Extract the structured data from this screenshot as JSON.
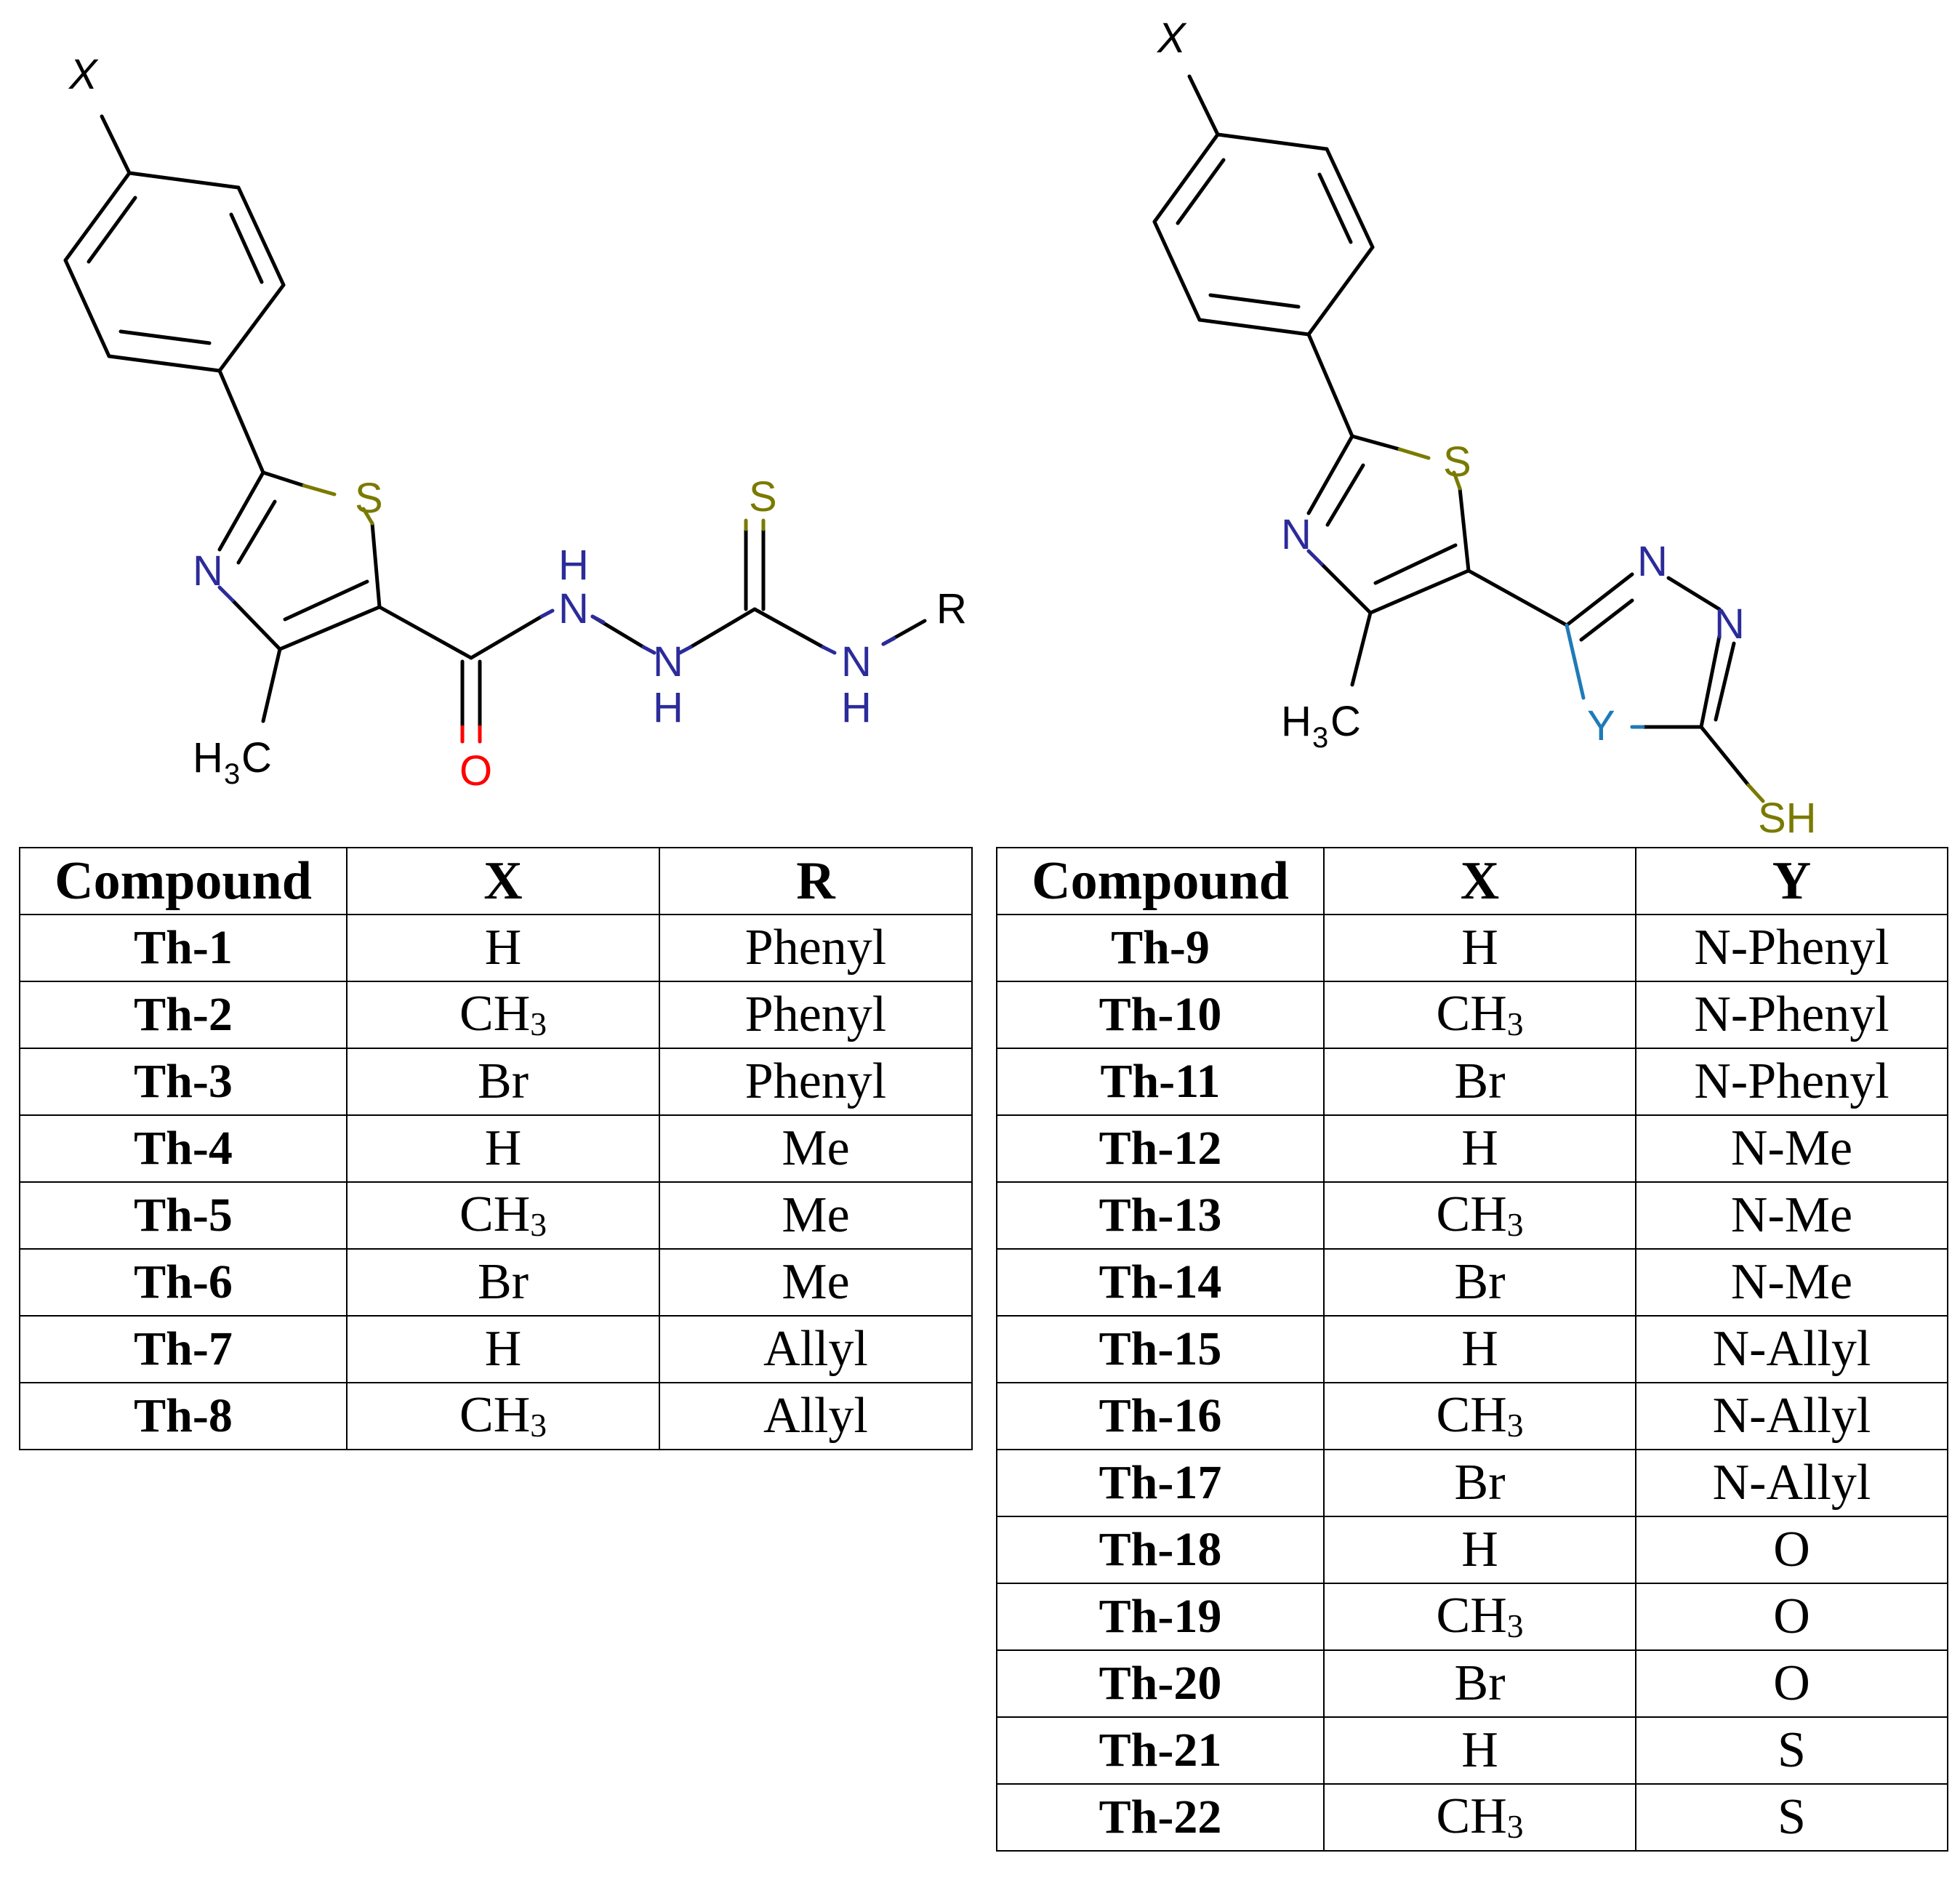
{
  "structure_left": {
    "atoms": {
      "x": "X",
      "s_ring": "S",
      "n_ring": "N",
      "h3c_h": "H",
      "h3c_3": "3",
      "h3c_c": "C",
      "o": "O",
      "nh1_h": "H",
      "nh1_n": "N",
      "nh2_n": "N",
      "nh2_h": "H",
      "s_thio": "S",
      "nh3_n": "N",
      "nh3_h": "H",
      "r": "R"
    }
  },
  "structure_right": {
    "atoms": {
      "x": "X",
      "s_ring": "S",
      "n_ring": "N",
      "h3c_h": "H",
      "h3c_3": "3",
      "h3c_c": "C",
      "n1": "N",
      "n2": "N",
      "y": "Y",
      "sh": "SH"
    }
  },
  "table_left": {
    "headers": [
      "Compound",
      "X",
      "R"
    ],
    "rows": [
      {
        "compound": "Th-1",
        "x": "H",
        "x_sub": "",
        "r": "Phenyl"
      },
      {
        "compound": "Th-2",
        "x": "CH",
        "x_sub": "3",
        "r": "Phenyl"
      },
      {
        "compound": "Th-3",
        "x": "Br",
        "x_sub": "",
        "r": "Phenyl"
      },
      {
        "compound": "Th-4",
        "x": "H",
        "x_sub": "",
        "r": "Me"
      },
      {
        "compound": "Th-5",
        "x": "CH",
        "x_sub": "3",
        "r": "Me"
      },
      {
        "compound": "Th-6",
        "x": "Br",
        "x_sub": "",
        "r": "Me"
      },
      {
        "compound": "Th-7",
        "x": "H",
        "x_sub": "",
        "r": "Allyl"
      },
      {
        "compound": "Th-8",
        "x": "CH",
        "x_sub": "3",
        "r": "Allyl"
      }
    ]
  },
  "table_right": {
    "headers": [
      "Compound",
      "X",
      "Y"
    ],
    "rows": [
      {
        "compound": "Th-9",
        "x": "H",
        "x_sub": "",
        "y": "N-Phenyl"
      },
      {
        "compound": "Th-10",
        "x": "CH",
        "x_sub": "3",
        "y": "N-Phenyl"
      },
      {
        "compound": "Th-11",
        "x": "Br",
        "x_sub": "",
        "y": "N-Phenyl"
      },
      {
        "compound": "Th-12",
        "x": "H",
        "x_sub": "",
        "y": "N-Me"
      },
      {
        "compound": "Th-13",
        "x": "CH",
        "x_sub": "3",
        "y": "N-Me"
      },
      {
        "compound": "Th-14",
        "x": "Br",
        "x_sub": "",
        "y": "N-Me"
      },
      {
        "compound": "Th-15",
        "x": "H",
        "x_sub": "",
        "y": "N-Allyl"
      },
      {
        "compound": "Th-16",
        "x": "CH",
        "x_sub": "3",
        "y": "N-Allyl"
      },
      {
        "compound": "Th-17",
        "x": "Br",
        "x_sub": "",
        "y": "N-Allyl"
      },
      {
        "compound": "Th-18",
        "x": "H",
        "x_sub": "",
        "y": "O"
      },
      {
        "compound": "Th-19",
        "x": "CH",
        "x_sub": "3",
        "y": "O"
      },
      {
        "compound": "Th-20",
        "x": "Br",
        "x_sub": "",
        "y": "O"
      },
      {
        "compound": "Th-21",
        "x": "H",
        "x_sub": "",
        "y": "S"
      },
      {
        "compound": "Th-22",
        "x": "CH",
        "x_sub": "3",
        "y": "S"
      }
    ]
  },
  "colors": {
    "bond": "#000000",
    "sulfur": "#7a7a00",
    "nitrogen": "#2b2b9a",
    "oxygen": "#ff0000",
    "y_atom": "#1f7ab8"
  }
}
